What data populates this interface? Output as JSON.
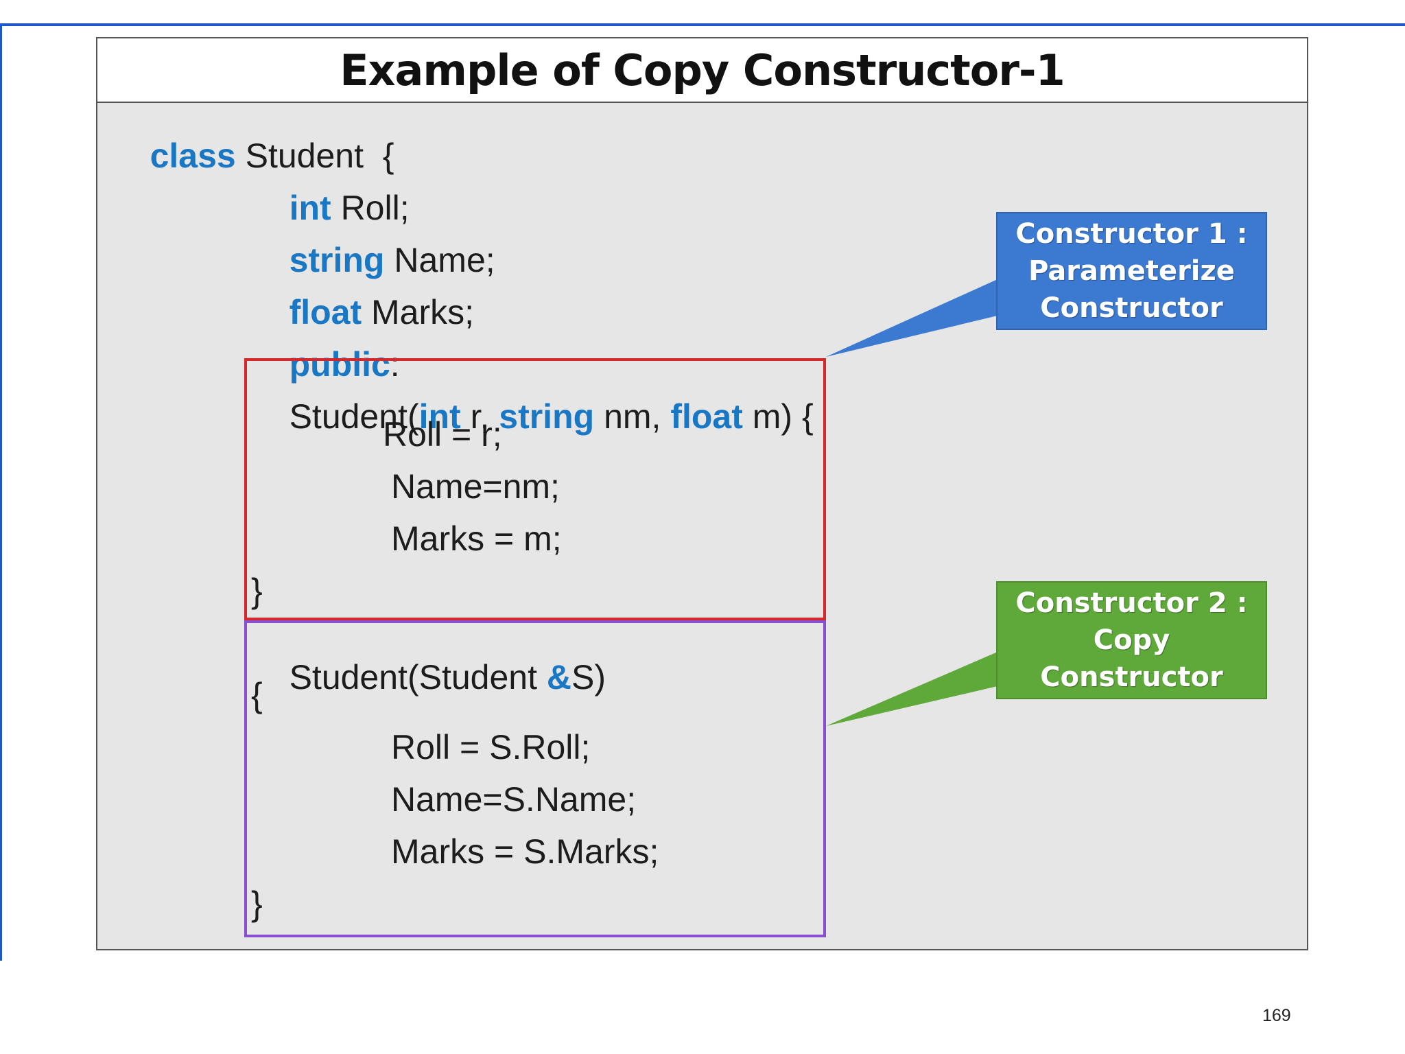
{
  "slide": {
    "title": "Example of Copy Constructor-1",
    "page_number": "169"
  },
  "code": {
    "class_keyword": "class",
    "class_decl": " Student  {",
    "fields": [
      {
        "type": "int",
        "name": " Roll;"
      },
      {
        "type": "string",
        "name": " Name;"
      },
      {
        "type": "float",
        "name": " Marks;"
      }
    ],
    "access_keyword": "public",
    "access_colon": ":",
    "ctor1": {
      "sig_name": "Student(",
      "p1_type": "int",
      "p1_name": " r, ",
      "p2_type": "string",
      "p2_name": " nm, ",
      "p3_type": "float",
      "p3_name": " m) {",
      "body": [
        "Roll = r;",
        "Name=nm;",
        "Marks = m;"
      ],
      "close": "}"
    },
    "ctor2": {
      "sig_name": "Student(Student ",
      "ref_symbol": "&",
      "sig_end": "S)",
      "open": "{",
      "body": [
        "Roll = S.Roll;",
        "Name=S.Name;",
        "Marks = S.Marks;"
      ],
      "close": "}"
    }
  },
  "callouts": [
    {
      "lines": [
        "Constructor 1 :",
        "Parameterize",
        "Constructor"
      ],
      "color": "#3c79d0"
    },
    {
      "lines": [
        "Constructor 2 :",
        "Copy",
        "Constructor"
      ],
      "color": "#5fa83a"
    }
  ],
  "colors": {
    "keyword": "#1a77c3",
    "ctor1_border": "#d3292d",
    "ctor2_border": "#8a4fcf",
    "accent_rule": "#1f56c9"
  }
}
